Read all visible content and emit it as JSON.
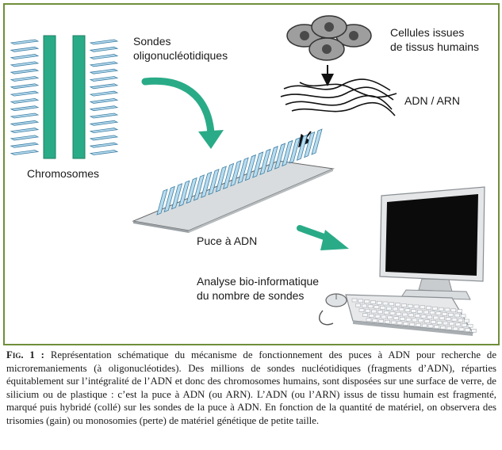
{
  "labels": {
    "sondes_line1": "Sondes",
    "sondes_line2": "oligonucléotidiques",
    "cellules_line1": "Cellules issues",
    "cellules_line2": "de tissus humains",
    "adn_arn": "ADN / ARN",
    "chromosomes": "Chromosomes",
    "puce": "Puce à ADN",
    "analyse_line1": "Analyse bio-informatique",
    "analyse_line2": "du nombre de sondes"
  },
  "caption": {
    "label": "Fig. 1 :",
    "text": "Représentation schématique du mécanisme de fonctionnement des puces à ADN pour recherche de microremaniements (à oligonucléotides). Des millions de sondes nucléotidiques (fragments d’ADN), réparties équitablement sur l’intégralité de l’ADN et donc des chromosomes humains, sont disposées sur une surface de verre, de silicium ou de plastique : c’est la puce à ADN (ou ARN). L’ADN (ou l’ARN) issus de tissu humain est fragmenté, marqué puis hybridé (collé) sur les sondes de la puce à ADN. En fonction de la quantité de matériel, on observera des trisomies (gain) ou monosomies (perte) de matériel génétique de petite taille."
  },
  "colors": {
    "frame": "#6f8f3a",
    "teal": "#2aab87",
    "probe_fill": "#b9dced",
    "probe_stroke": "#3d7fa6",
    "cell_fill": "#9e9e9e",
    "nucleus": "#4a4a4a"
  }
}
